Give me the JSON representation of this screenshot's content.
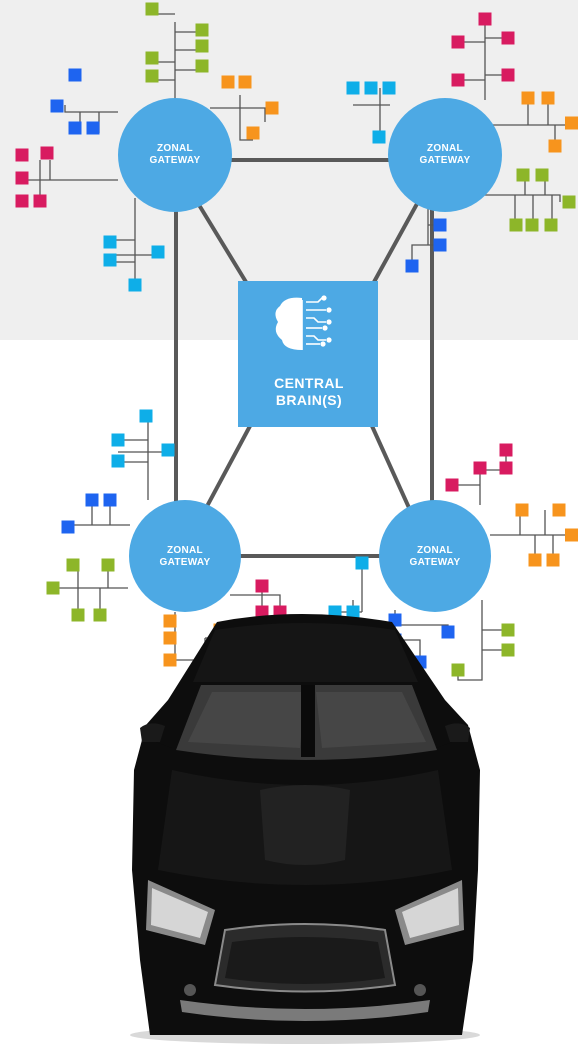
{
  "gateways": [
    {
      "id": "top-left",
      "label": "ZONAL\nGATEWAY"
    },
    {
      "id": "top-right",
      "label": "ZONAL\nGATEWAY"
    },
    {
      "id": "bottom-left",
      "label": "ZONAL\nGATEWAY"
    },
    {
      "id": "bottom-right",
      "label": "ZONAL\nGATEWAY"
    }
  ],
  "central": {
    "label": "CENTRAL\nBRAIN(S)",
    "icon": "ai-brain-circuit-icon"
  },
  "vehicle": {
    "icon": "car-front-icon",
    "color": "#0d0d0d"
  },
  "colors": {
    "gateway": "#4da9e4",
    "central": "#4da9e4",
    "link": "#595959",
    "branch": "#555555",
    "top_background": "#efefef",
    "nodes": {
      "magenta": "#d81b60",
      "green": "#8db629",
      "orange": "#f7941d",
      "blue": "#1e64f0",
      "cyan": "#0eaee8"
    }
  }
}
